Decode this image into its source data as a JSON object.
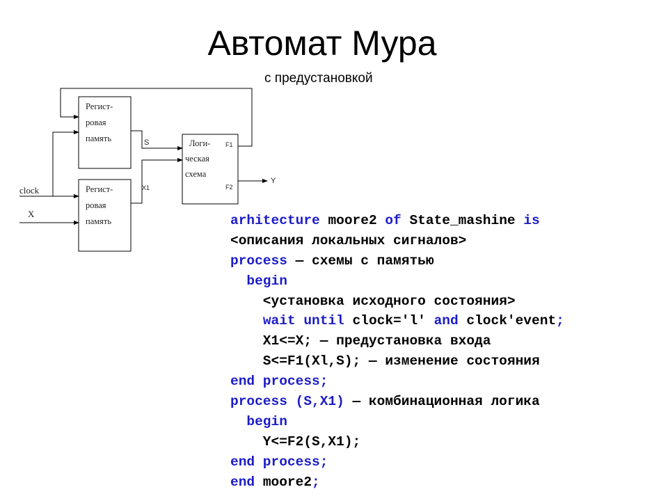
{
  "title": "Автомат Мура",
  "subtitle": "с предустановкой",
  "diagram": {
    "register_1": [
      "Регист-",
      "ровая",
      "память"
    ],
    "register_2": [
      "Регист-",
      "ровая",
      "память"
    ],
    "logic": [
      "Логи-",
      "ческая",
      "схема"
    ],
    "signal_clock": "clock",
    "signal_x": "X",
    "signal_s": "S",
    "signal_x1": "X1",
    "pin_f1": "F1",
    "pin_f2": "F2",
    "output_y": "Y"
  },
  "colors": {
    "keyword": "#1c1cc8",
    "text": "#000000"
  },
  "code": [
    [
      [
        "kw",
        "arhitecture "
      ],
      [
        "",
        "moore2 "
      ],
      [
        "kw",
        "of "
      ],
      [
        "",
        "State_mashine "
      ],
      [
        "kw",
        "is"
      ]
    ],
    [
      [
        "",
        "<описания локальных сигналов>"
      ]
    ],
    [
      [
        "kw",
        "process "
      ],
      [
        "",
        "— схемы с памятью"
      ]
    ],
    [
      [
        "",
        "  "
      ],
      [
        "kw",
        "begin"
      ]
    ],
    [
      [
        "",
        "    <установка исходного состояния>"
      ]
    ],
    [
      [
        "",
        "    "
      ],
      [
        "kw",
        "wait until "
      ],
      [
        "",
        "clock='l' "
      ],
      [
        "kw",
        "and "
      ],
      [
        "",
        "clock'event"
      ],
      [
        "kw",
        ";"
      ]
    ],
    [
      [
        "",
        "    X1<=X; — предустановка входа"
      ]
    ],
    [
      [
        "",
        "    S<=F1(Xl,S); — изменение состояния"
      ]
    ],
    [
      [
        "kw",
        "end process;"
      ]
    ],
    [
      [
        "kw",
        "process (S,X1) "
      ],
      [
        "",
        "— комбинационная логика"
      ]
    ],
    [
      [
        "",
        "  "
      ],
      [
        "kw",
        "begin"
      ]
    ],
    [
      [
        "",
        "    Y<=F2(S,X1);"
      ]
    ],
    [
      [
        "kw",
        "end process;"
      ]
    ],
    [
      [
        "kw",
        "end "
      ],
      [
        "",
        "moore2"
      ],
      [
        "kw",
        ";"
      ]
    ]
  ]
}
